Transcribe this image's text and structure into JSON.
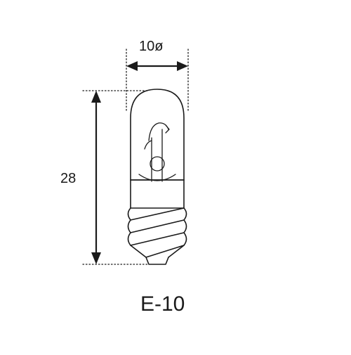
{
  "dimensions": {
    "width_label": "10ø",
    "height_label": "28"
  },
  "bulb": {
    "base_type": "E-10"
  },
  "colors": {
    "line": "#1a1a1a",
    "background": "#ffffff"
  }
}
